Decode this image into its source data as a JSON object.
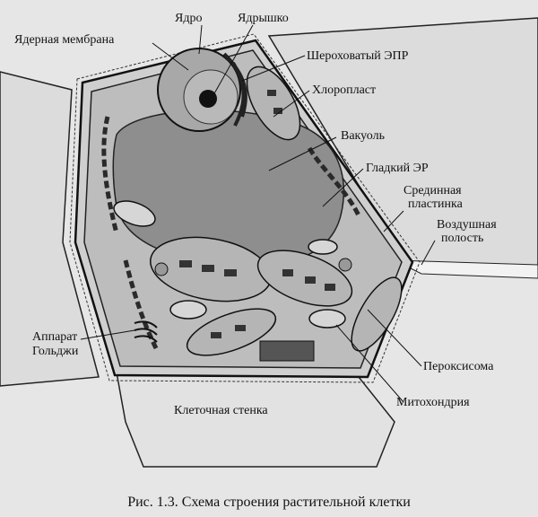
{
  "labels": {
    "nucleus": "Ядро",
    "nucleolus": "Ядрышко",
    "nuclear_membrane": "Ядерная мембрана",
    "rough_er": "Шероховатый ЭПР",
    "chloroplast": "Хлоропласт",
    "vacuole": "Вакуоль",
    "smooth_er": "Гладкий ЭР",
    "middle_lamella_1": "Срединная",
    "middle_lamella_2": "пластинка",
    "air_space_1": "Воздушная",
    "air_space_2": "полость",
    "golgi_1": "Аппарат",
    "golgi_2": "Гольджи",
    "peroxisome": "Пероксисома",
    "mitochondrion": "Митохондрия",
    "cell_wall": "Клеточная стенка"
  },
  "caption": "Рис. 1.3. Схема строения растительной клетки"
}
